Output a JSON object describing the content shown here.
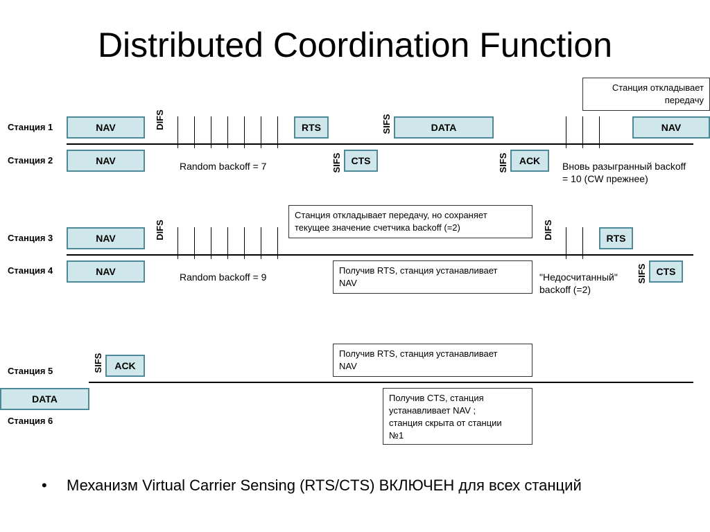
{
  "title": "Distributed Coordination Function",
  "stations": {
    "s1": "Станция 1",
    "s2": "Станция 2",
    "s3": "Станция 3",
    "s4": "Станция 4",
    "s5": "Станция 5",
    "s6": "Станция 6"
  },
  "frames": {
    "nav": "NAV",
    "rts": "RTS",
    "cts": "CTS",
    "data": "DATA",
    "ack": "ACK"
  },
  "intervals": {
    "difs": "DIFS",
    "sifs": "SIFS"
  },
  "notes": {
    "backoff7": "Random backoff  = 7",
    "backoff9": "Random backoff  = 9",
    "new_backoff_1": "Вновь разыгранный backoff",
    "new_backoff_2": "= 10  (CW прежнее)",
    "undercount_1": "\"Недосчитанный\"",
    "undercount_2": "backoff  (=2)"
  },
  "callouts": {
    "defers_1": "Станция откладывает",
    "defers_2": "передачу",
    "keeps_1": "Станция откладывает передачу, но сохраняет",
    "keeps_2": "текущее значение счетчика backoff (=2)",
    "rts_nav_a_1": "Получив RTS, станция устанавливает",
    "rts_nav_a_2": "NAV",
    "rts_nav_b_1": "Получив RTS, станция устанавливает",
    "rts_nav_b_2": "NAV",
    "cts_nav_1": "Получив CTS, станция",
    "cts_nav_2": "устанавливает NAV ;",
    "cts_nav_3": "станция скрыта от станции",
    "cts_nav_4": "№1"
  },
  "bullet": {
    "marker": "•",
    "text": "Механизм Virtual Carrier Sensing (RTS/CTS) ВКЛЮЧЕН для всех станций"
  }
}
